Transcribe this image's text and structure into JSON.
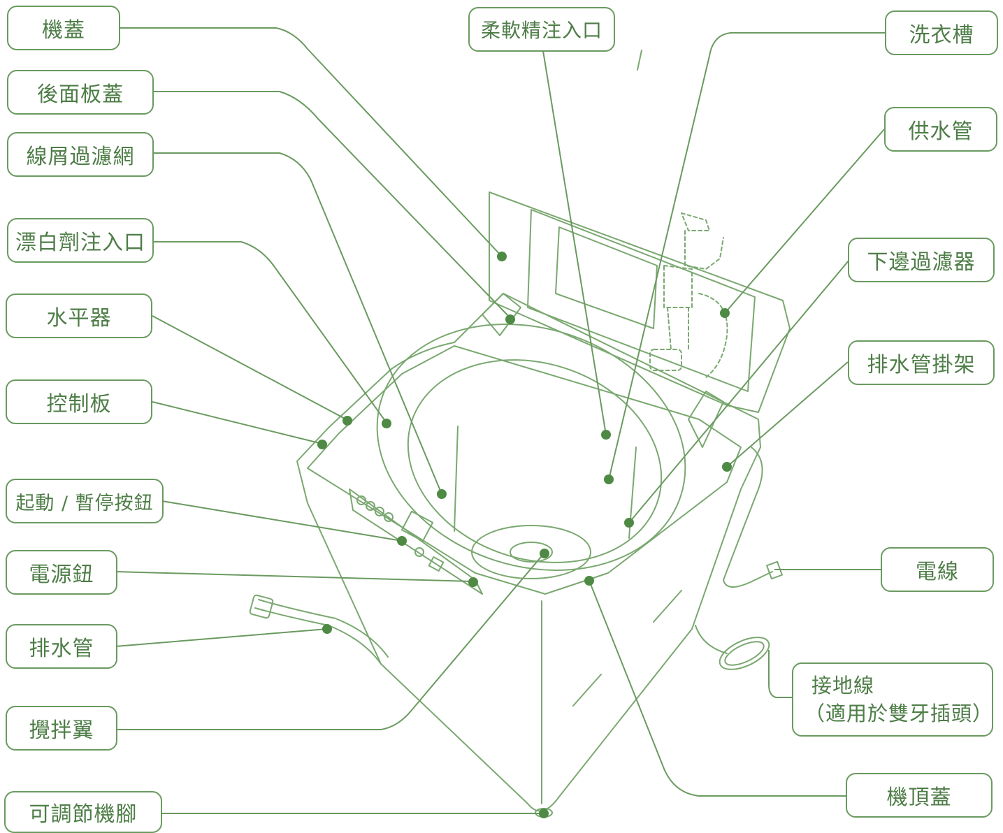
{
  "colors": {
    "line": "#6a9a60",
    "text": "#4e7d47",
    "dot": "#4f8a45",
    "body": "#7aa870"
  },
  "labels": {
    "lid": "機蓋",
    "rear_panel_cover": "後面板蓋",
    "lint_filter": "線屑過濾網",
    "bleach_inlet": "漂白劑注入口",
    "level": "水平器",
    "control_panel": "控制板",
    "start_pause_button": "起動 / 暫停按鈕",
    "power_button": "電源鈕",
    "drain_hose": "排水管",
    "pulsator": "攪拌翼",
    "adjustable_feet": "可調節機腳",
    "softener_inlet": "柔軟精注入口",
    "wash_tub": "洗衣槽",
    "water_supply_hose": "供水管",
    "bottom_filter": "下邊過濾器",
    "drain_hose_hanger": "排水管掛架",
    "power_cord": "電線",
    "ground_wire_line1": "接地線",
    "ground_wire_line2": "（適用於雙牙插頭）",
    "top_cover": "機頂蓋"
  }
}
